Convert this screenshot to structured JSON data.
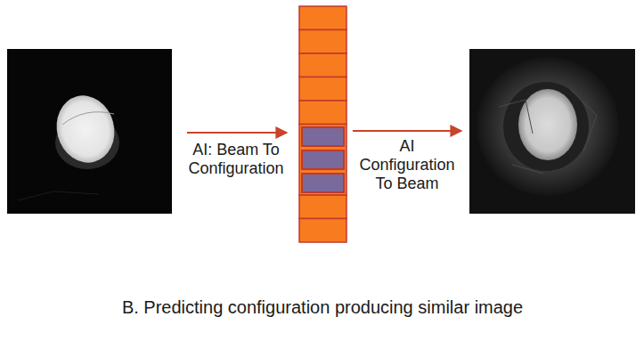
{
  "diagram": {
    "caption": "B. Predicting configuration producing similar image",
    "labels": [
      "AI: Beam To Configuration",
      "AI Configuration To Beam"
    ]
  }
}
